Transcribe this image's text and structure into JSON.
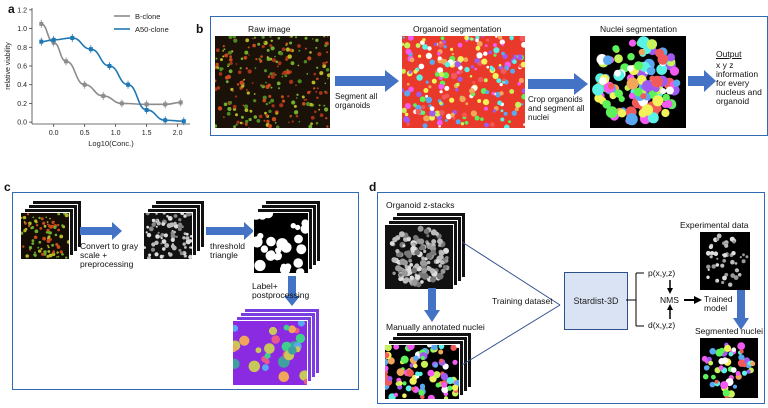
{
  "panel_labels": {
    "a": "a",
    "b": "b",
    "c": "c",
    "d": "d"
  },
  "chart_data": {
    "type": "line",
    "title": "",
    "xlabel": "Log10(Conc.)",
    "ylabel": "relative viability",
    "xlim": [
      -0.35,
      2.2
    ],
    "ylim": [
      -0.02,
      1.22
    ],
    "xticks": [
      "0.0",
      "0.5",
      "1.0",
      "1.5",
      "2.0"
    ],
    "yticks": [
      "0.0",
      "0.2",
      "0.4",
      "0.6",
      "0.8",
      "1.0",
      "1.2"
    ],
    "legend_position": "top-right",
    "series": [
      {
        "name": "B-clone",
        "color": "#8c8c8c",
        "x": [
          -0.2,
          0.0,
          0.2,
          0.5,
          0.8,
          1.1,
          1.5,
          1.8,
          2.05
        ],
        "y": [
          1.05,
          0.85,
          0.65,
          0.4,
          0.28,
          0.2,
          0.19,
          0.19,
          0.21
        ]
      },
      {
        "name": "A50-clone",
        "color": "#1f78b4",
        "x": [
          -0.2,
          0.0,
          0.3,
          0.6,
          0.9,
          1.2,
          1.5,
          1.8,
          2.1
        ],
        "y": [
          0.86,
          0.88,
          0.9,
          0.78,
          0.6,
          0.4,
          0.13,
          0.02,
          0.01
        ]
      }
    ]
  },
  "panel_b": {
    "raw_title": "Raw image",
    "organoid_title": "Organoid segmentation",
    "nuclei_title": "Nuclei segmentation",
    "arrow1": "Segment all organoids",
    "arrow2": "Crop organoids and segment all nuclei",
    "output_title": "Output",
    "output_text": "x y z information for every nucleus and organoid"
  },
  "panel_c": {
    "step1": "Convert to gray scale + preprocessing",
    "step2": "threshold triangle",
    "step3": "Label+ postprocessing"
  },
  "panel_d": {
    "zstacks": "Organoid z-stacks",
    "annotated": "Manually annotated nuclei",
    "training": "Training dataset",
    "model": "Stardist-3D",
    "p": "p(x,y,z)",
    "d": "d(x,y,z)",
    "nms": "NMS",
    "trained": "Trained model",
    "experimental": "Experimental data",
    "segmented": "Segmented nuclei"
  }
}
